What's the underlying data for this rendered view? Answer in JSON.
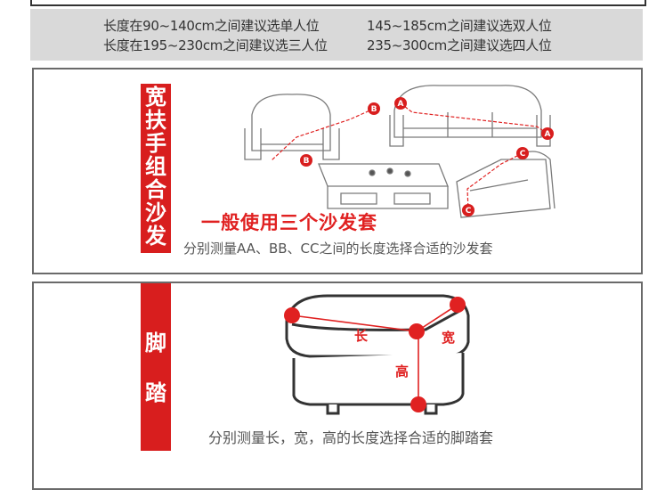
{
  "size_guide": {
    "line1_left": "长度在90~140cm之间建议选单人位",
    "line1_right": "145~185cm之间建议选双人位",
    "line2_left": "长度在195~230cm之间建议选三人位",
    "line2_right": "235~300cm之间建议选四人位"
  },
  "sofa_panel": {
    "label_chars": [
      "宽",
      "扶",
      "手",
      "组",
      "合",
      "沙",
      "发"
    ],
    "headline": "一般使用三个沙发套",
    "caption": "分别测量AA、BB、CC之间的长度选择合适的沙发套",
    "markers": [
      "A",
      "A",
      "B",
      "B",
      "C",
      "C"
    ]
  },
  "footstool_panel": {
    "label_chars": [
      "脚",
      "踏"
    ],
    "dim_length": "长",
    "dim_width": "宽",
    "dim_height": "高",
    "caption": "分别测量长，宽，高的长度选择合适的脚踏套"
  },
  "colors": {
    "accent_red": "#d81e1e",
    "banner_gray": "#d9d9d9"
  }
}
